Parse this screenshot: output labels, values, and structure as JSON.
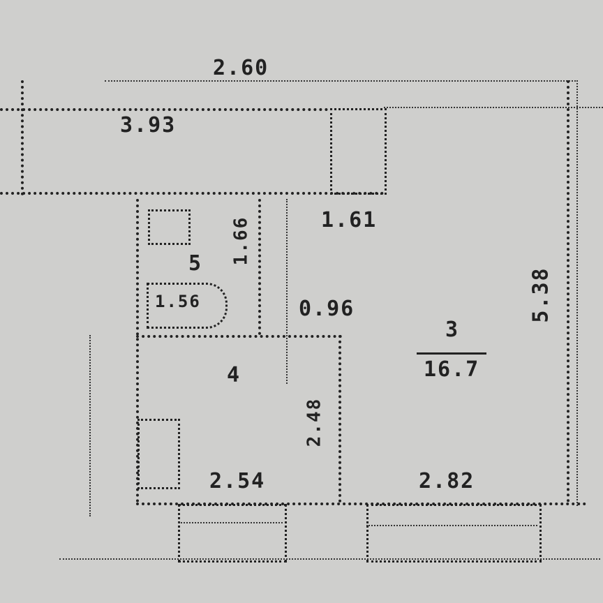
{
  "plan": {
    "top_dimension": "2.60",
    "room_top_left_width": "3.93",
    "corridor_width": "1.61",
    "room_main_height": "5.38",
    "door_width": "0.96",
    "room_main_number": "3",
    "room_main_area": "16.7",
    "bath_label": "1.56",
    "bath_number": "5",
    "bath_height": "1.66",
    "kitchen_number": "4",
    "kitchen_height": "2.48",
    "kitchen_width": "2.54",
    "room_main_width": "2.82"
  }
}
